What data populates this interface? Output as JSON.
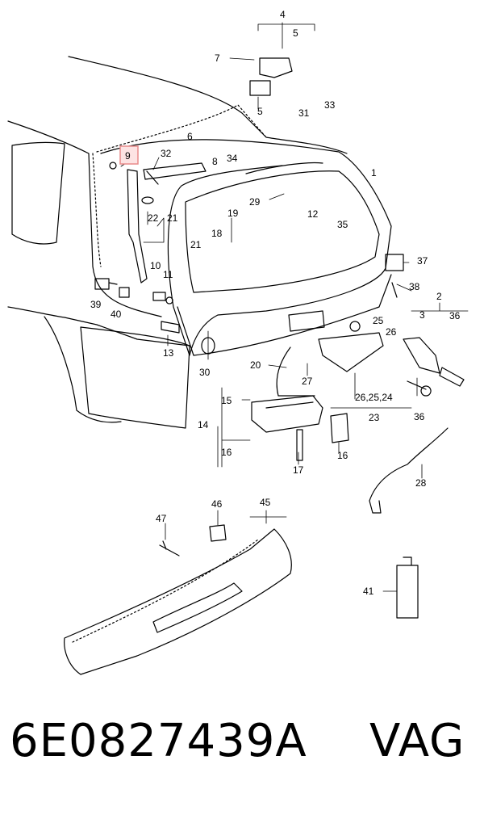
{
  "diagram": {
    "highlighted_part": "9",
    "highlight_color": "#e88a8a",
    "labels": {
      "l4": "4",
      "l5a": "5",
      "l7": "7",
      "l5b": "5",
      "l31": "31",
      "l33": "33",
      "l6": "6",
      "l8": "8",
      "l34": "34",
      "l1": "1",
      "l9": "9",
      "l32": "32",
      "l29": "29",
      "l12": "12",
      "l35": "35",
      "l22": "22",
      "l21a": "21",
      "l19": "19",
      "l18": "18",
      "l37": "37",
      "l21b": "21",
      "l10": "10",
      "l11": "11",
      "l38": "38",
      "l39": "39",
      "l40": "40",
      "l2": "2",
      "l3": "3",
      "l36a": "36",
      "l25a": "25",
      "l26a": "26",
      "l13": "13",
      "l30": "30",
      "l20": "20",
      "l27": "27",
      "l262524": "26,25,24",
      "l15": "15",
      "l36b": "36",
      "l14": "14",
      "l23": "23",
      "l16a": "16",
      "l16b": "16",
      "l17": "17",
      "l28": "28",
      "l47": "47",
      "l46": "46",
      "l45": "45",
      "l41": "41"
    }
  },
  "caption": {
    "part_number": "6E0827439A",
    "brand": "VAG"
  }
}
